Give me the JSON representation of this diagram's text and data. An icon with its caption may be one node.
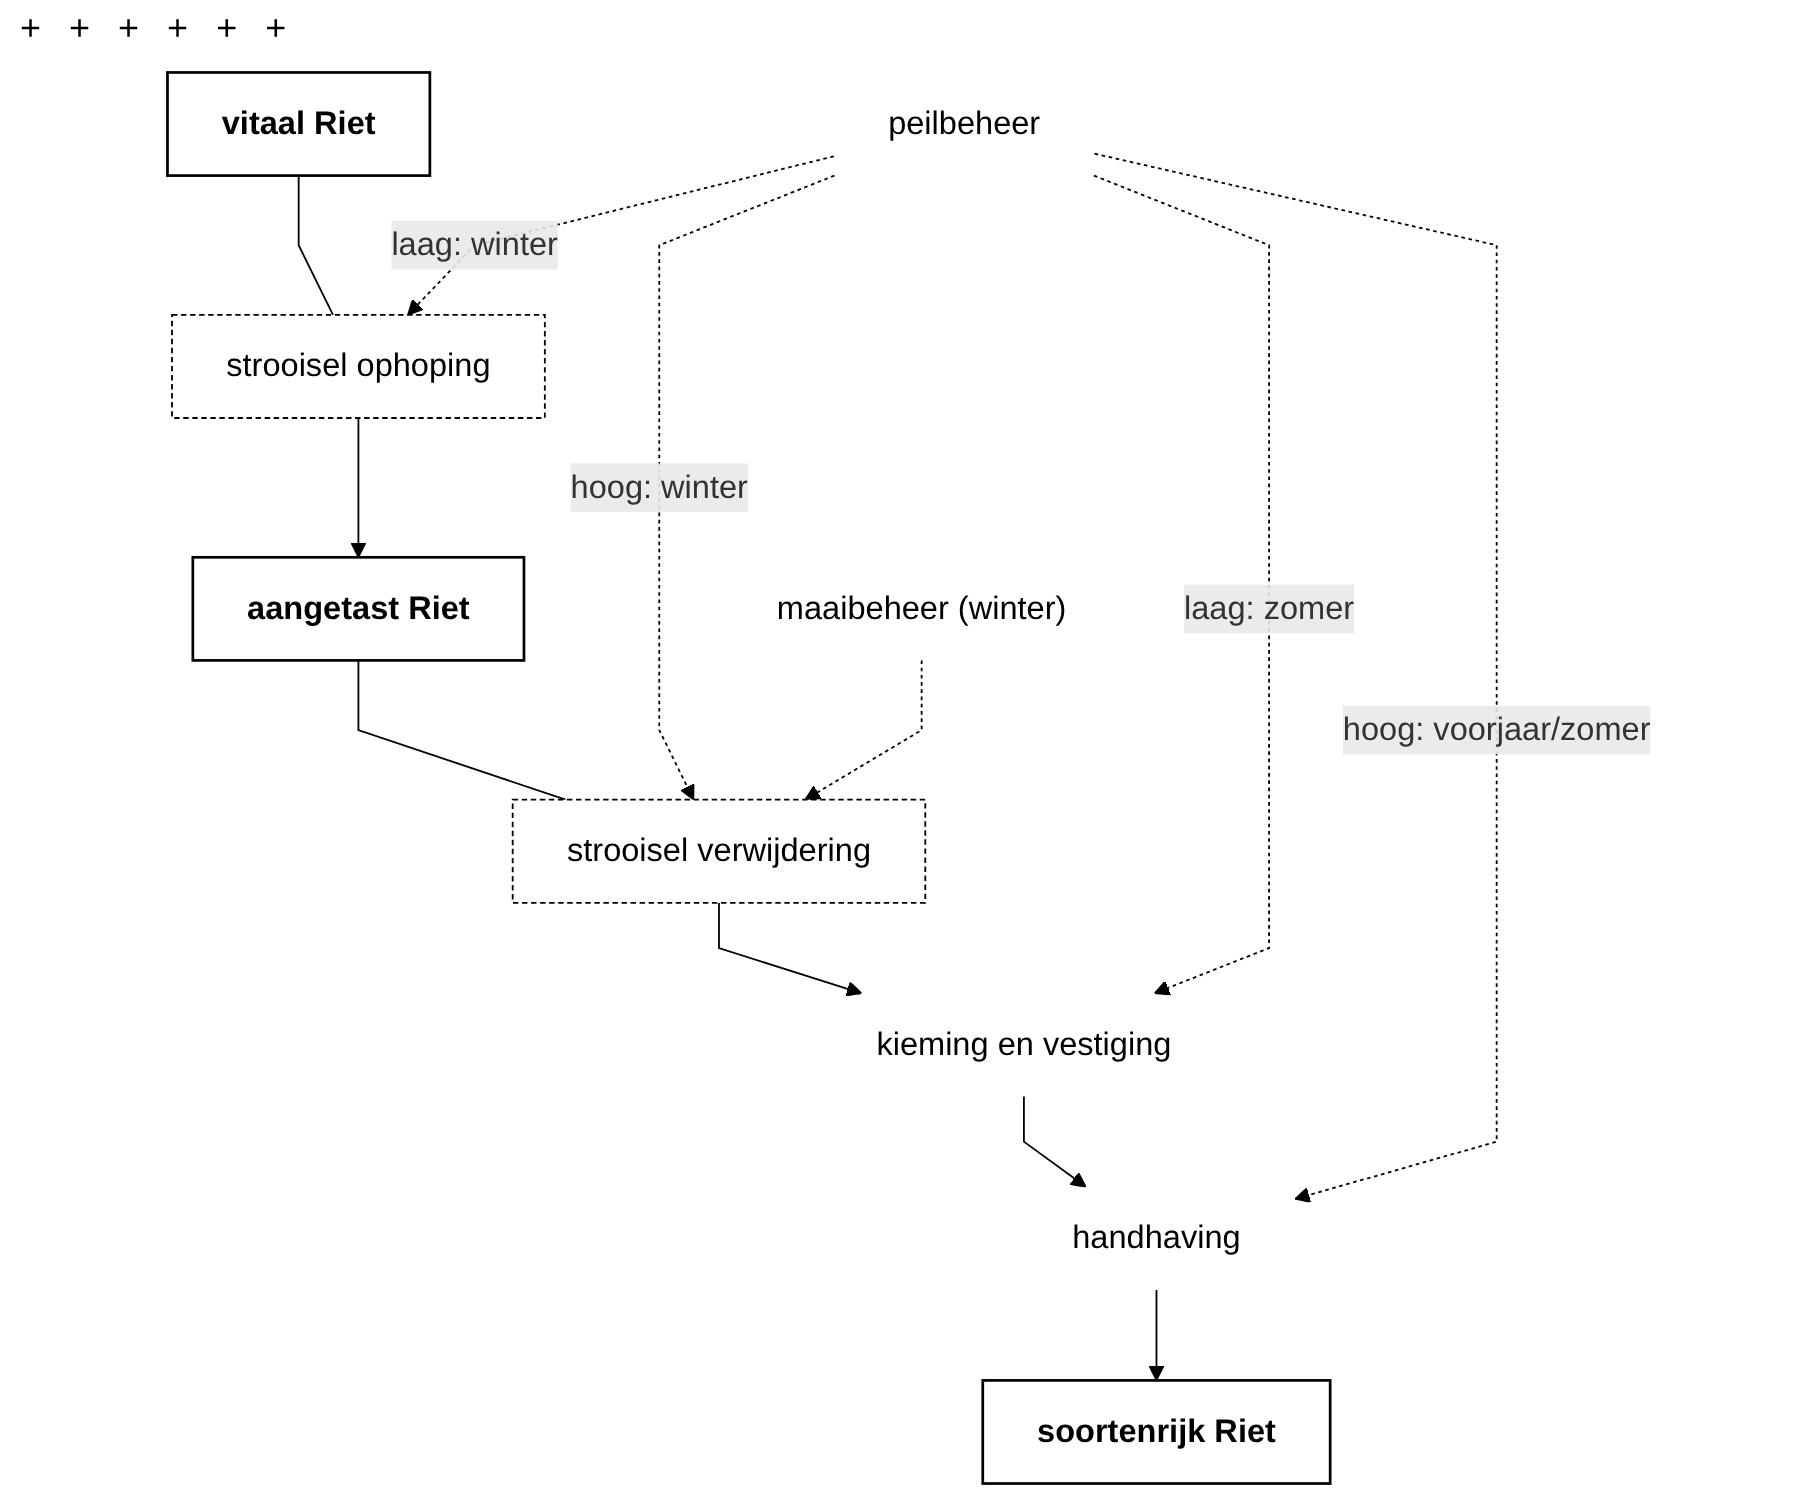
{
  "diagram": {
    "nodes": [
      {
        "text": [
          "peilbeheer"
        ]
      },
      {
        "text": [
          "maaibeheer (winter)"
        ]
      },
      {
        "text": [
          "vitaal Riet"
        ]
      },
      {
        "text": [
          "strooisel ophoping"
        ]
      },
      {
        "text": [
          "aangetast Riet"
        ]
      },
      {
        "text": [
          "strooisel verwijdering"
        ]
      },
      {
        "text": [
          "kieming en vestiging"
        ]
      },
      {
        "text": [
          "handhaving"
        ]
      },
      {
        "text": [
          "soortenrijk Riet"
        ]
      }
    ],
    "edges": [
      {
        "from": 2,
        "to": 3,
        "arrow": "none"
      },
      {
        "from": 3,
        "to": 4,
        "arrow": "to"
      },
      {
        "from": 4,
        "to": 5,
        "arrow": "none"
      },
      {
        "from": 5,
        "to": 6,
        "arrow": "to"
      },
      {
        "from": 6,
        "to": 7,
        "arrow": "to"
      },
      {
        "from": 7,
        "to": 8,
        "arrow": "to"
      },
      {
        "from": 0,
        "to": 3,
        "arrow": "to",
        "label": "laag: winter",
        "style": "dashed"
      },
      {
        "from": 0,
        "to": 5,
        "arrow": "to",
        "label": "hoog: winter",
        "style": "dashed"
      },
      {
        "from": 0,
        "to": 6,
        "arrow": "to",
        "label": "laag: zomer",
        "style": "dashed"
      },
      {
        "from": 0,
        "to": 7,
        "arrow": "to",
        "label": "hoog: voorjaar/zomer",
        "style": "dashed"
      },
      {
        "from": 1,
        "to": 5,
        "arrow": "to",
        "style": "dashed"
      }
    ],
    "labels": [
      "+",
      "+",
      "+",
      "+",
      "+",
      "+"
    ]
  }
}
